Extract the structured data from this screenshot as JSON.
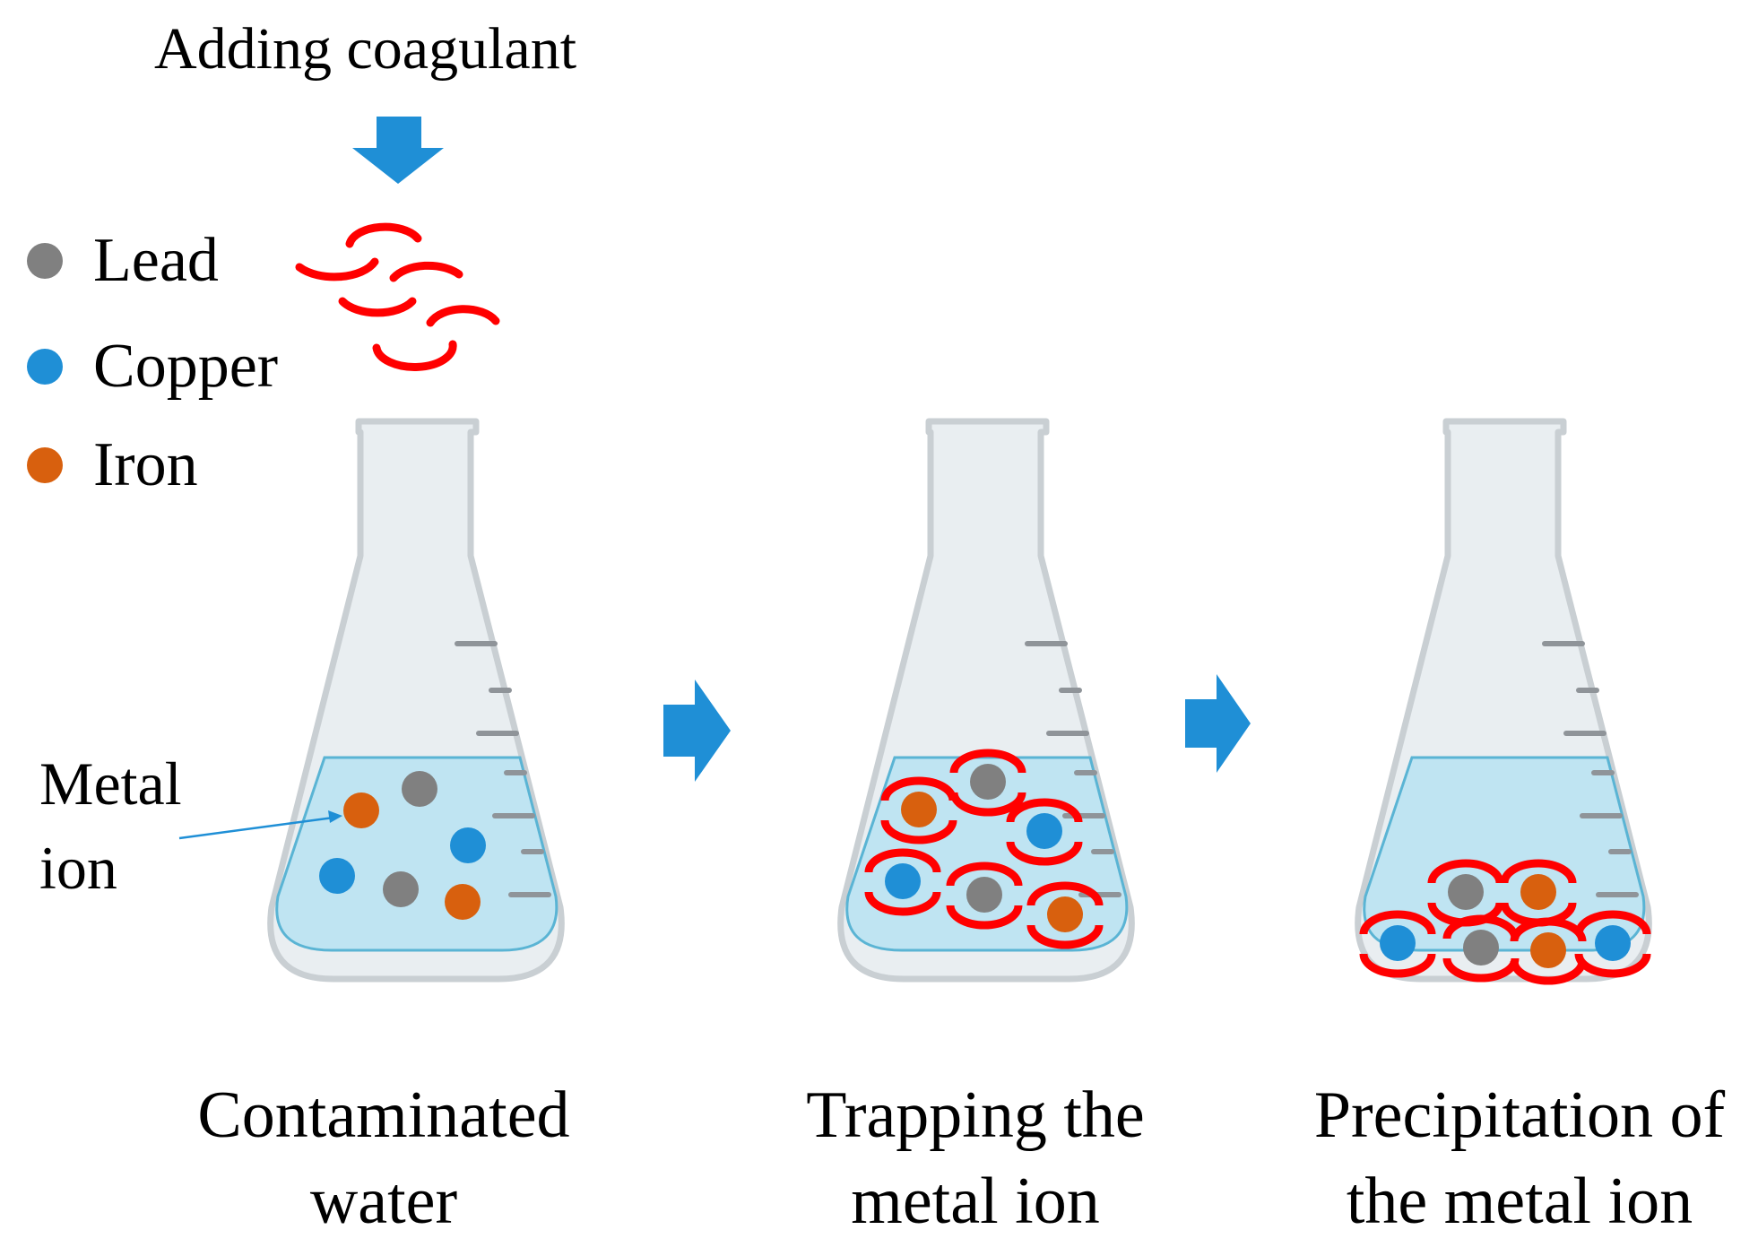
{
  "top_label": "Adding coagulant",
  "legend": [
    {
      "label": "Lead",
      "color": "#808080"
    },
    {
      "label": "Copper",
      "color": "#1f8fd6"
    },
    {
      "label": "Iron",
      "color": "#d8600e"
    }
  ],
  "callout": {
    "line1": "Metal",
    "line2": "ion"
  },
  "steps": [
    {
      "line1": "Contaminated",
      "line2": "water"
    },
    {
      "line1": "Trapping the",
      "line2": "metal ion"
    },
    {
      "line1": "Precipitation of",
      "line2": "the metal ion"
    }
  ],
  "colors": {
    "arrow": "#1f8fd6",
    "coagulant": "#ff0000",
    "water": "#bfe4f2",
    "water_edge": "#5ab4d4",
    "flask_fill": "#e9eef1",
    "flask_edge": "#c9cfd3",
    "graduation": "#8f9499"
  }
}
